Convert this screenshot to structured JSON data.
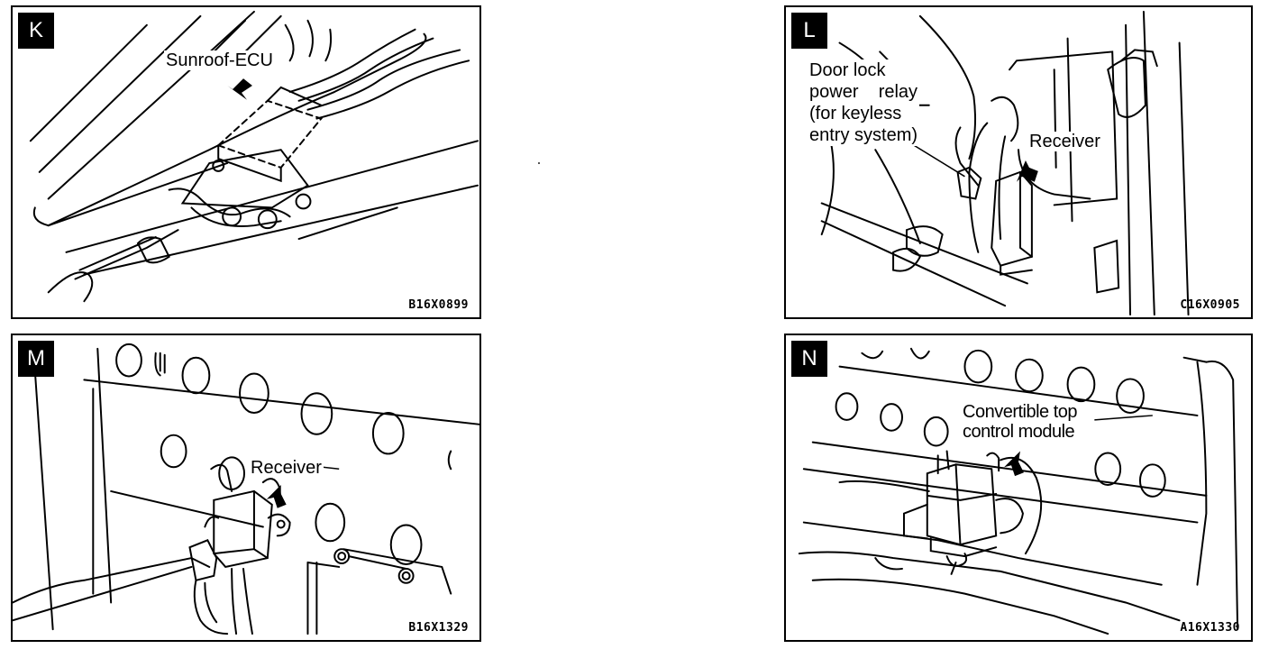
{
  "panels": [
    {
      "id": "K",
      "label": "K",
      "code": "B16X0899",
      "callout": [
        "Sunroof-ECU"
      ]
    },
    {
      "id": "L",
      "label": "L",
      "code": "C16X0905",
      "callout": [
        "Door lock",
        "power    relay",
        "(for keyless",
        "entry system)"
      ],
      "callout2": "Receiver"
    },
    {
      "id": "M",
      "label": "M",
      "code": "B16X1329",
      "callout": [
        "Receiver"
      ]
    },
    {
      "id": "N",
      "label": "N",
      "code": "A16X1330",
      "callout": [
        "Convertible top",
        "control module"
      ]
    }
  ]
}
